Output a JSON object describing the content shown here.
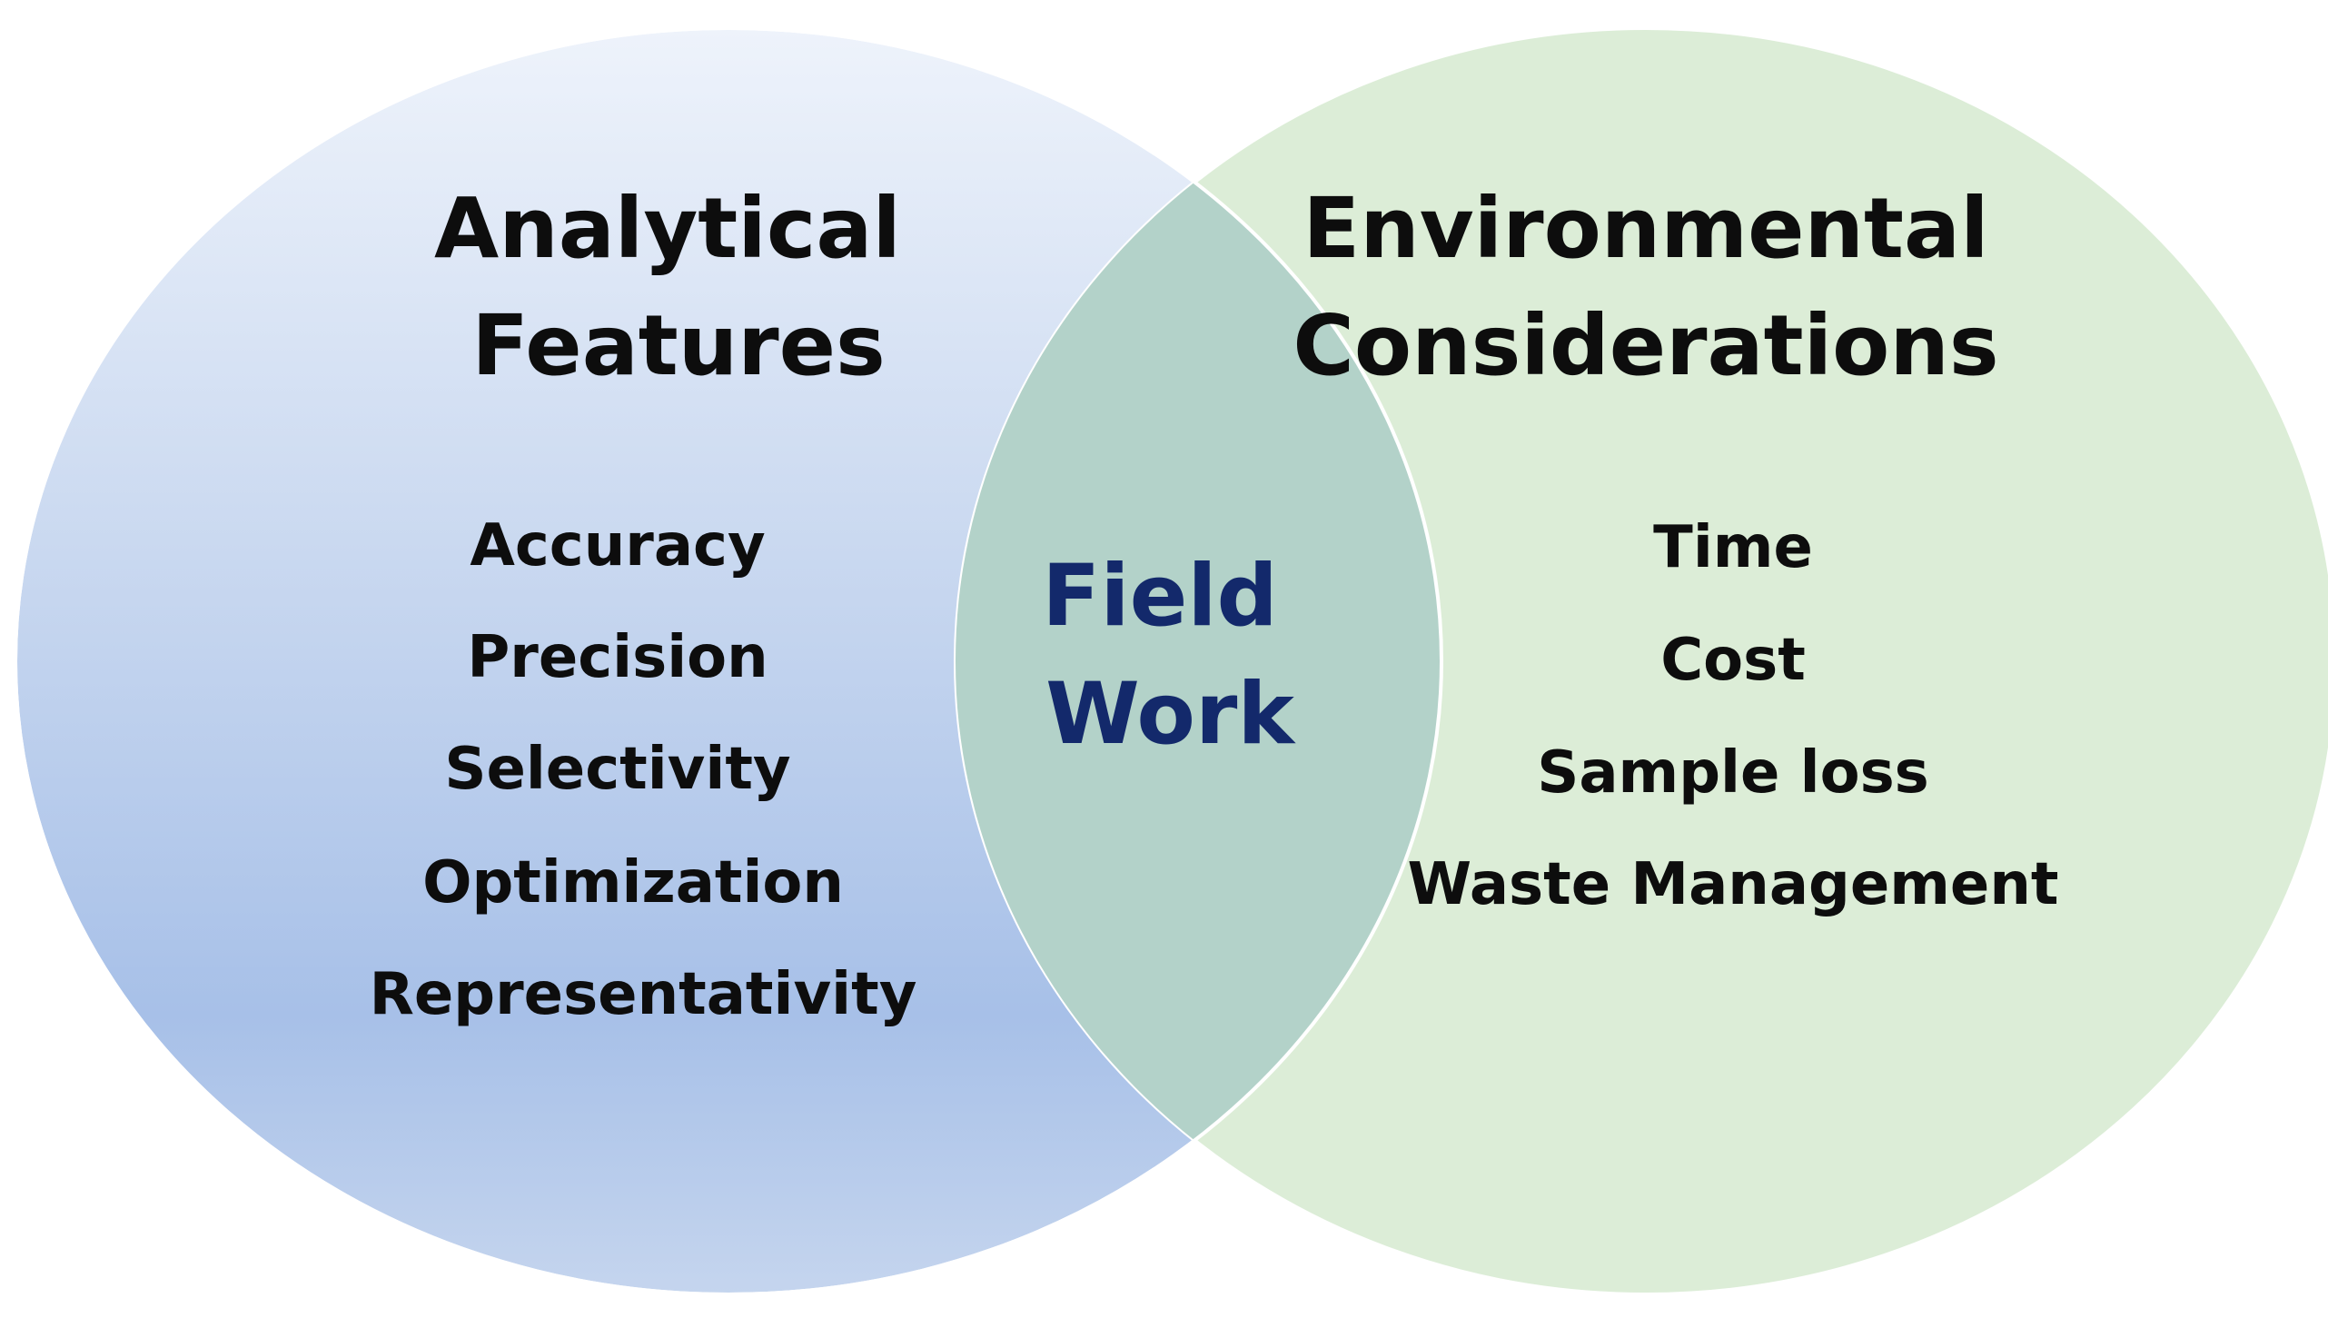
{
  "diagram": {
    "type": "venn",
    "colors": {
      "left_top": "#eef3fb",
      "left_mid": "#c6d6ef",
      "left_low": "#a7c0e8",
      "left_bottom": "#c5d5ee",
      "right_fill": "#dcedd7",
      "overlap_fill": "#b3d2c9",
      "outline": "#ffffff",
      "overlap_text": "#13296b",
      "text": "#0d0d0d"
    },
    "left_set": {
      "title_line1": "Analytical",
      "title_line2": "Features",
      "items": [
        "Accuracy",
        "Precision",
        "Selectivity",
        "Optimization",
        "Representativity"
      ]
    },
    "right_set": {
      "title_line1": "Environmental",
      "title_line2": "Considerations",
      "items": [
        "Time",
        "Cost",
        "Sample loss",
        "Waste Management"
      ]
    },
    "intersection": {
      "line1": "Field",
      "line2": "Work"
    }
  }
}
